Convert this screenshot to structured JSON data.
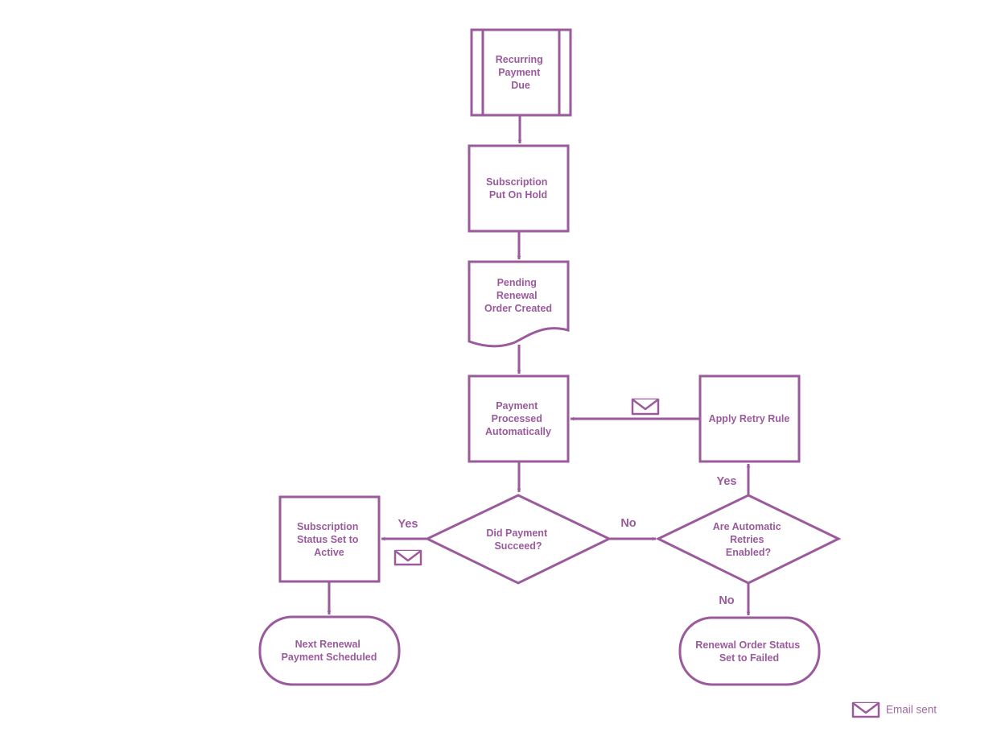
{
  "colors": {
    "stroke": "#9a5a9c",
    "text": "#9a5a9c",
    "legend_text": "#a06aa2"
  },
  "nodes": {
    "recurring_payment_due": {
      "lines": [
        "Recurring",
        "Payment",
        "Due"
      ]
    },
    "subscription_on_hold": {
      "lines": [
        "Subscription",
        "Put On Hold"
      ]
    },
    "pending_renewal_order": {
      "lines": [
        "Pending",
        "Renewal",
        "Order Created"
      ]
    },
    "payment_processed": {
      "lines": [
        "Payment",
        "Processed",
        "Automatically"
      ]
    },
    "apply_retry_rule": {
      "lines": [
        "Apply Retry Rule"
      ]
    },
    "did_payment_succeed": {
      "lines": [
        "Did Payment",
        "Succeed?"
      ]
    },
    "automatic_retries_enabled": {
      "lines": [
        "Are Automatic",
        "Retries",
        "Enabled?"
      ]
    },
    "status_set_active": {
      "lines": [
        "Subscription",
        "Status Set to",
        "Active"
      ]
    },
    "next_renewal_scheduled": {
      "lines": [
        "Next Renewal",
        "Payment Scheduled"
      ]
    },
    "renewal_order_failed": {
      "lines": [
        "Renewal Order Status",
        "Set to Failed"
      ]
    }
  },
  "edge_labels": {
    "succeed_yes": "Yes",
    "succeed_no": "No",
    "retries_yes": "Yes",
    "retries_no": "No"
  },
  "email_icons": [
    "envelope-icon",
    "envelope-icon",
    "envelope-icon"
  ],
  "legend": {
    "icon": "envelope-icon",
    "label": "Email sent"
  }
}
